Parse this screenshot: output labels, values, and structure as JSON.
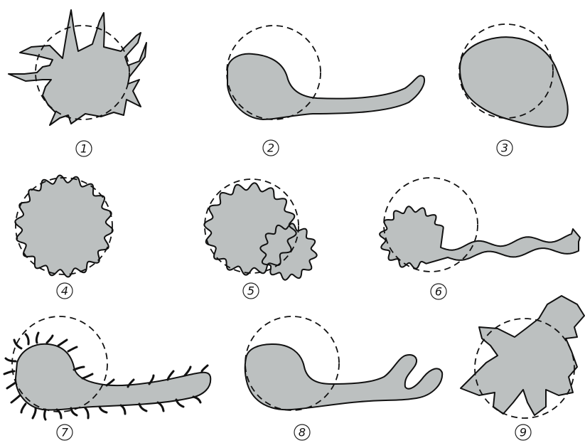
{
  "colors": {
    "shape_fill": "#bcc0c0",
    "outline": "#111111",
    "background": "#ffffff"
  },
  "panels": [
    {
      "label": "1"
    },
    {
      "label": "2"
    },
    {
      "label": "3"
    },
    {
      "label": "4"
    },
    {
      "label": "5"
    },
    {
      "label": "6"
    },
    {
      "label": "7"
    },
    {
      "label": "8"
    },
    {
      "label": "9"
    }
  ]
}
